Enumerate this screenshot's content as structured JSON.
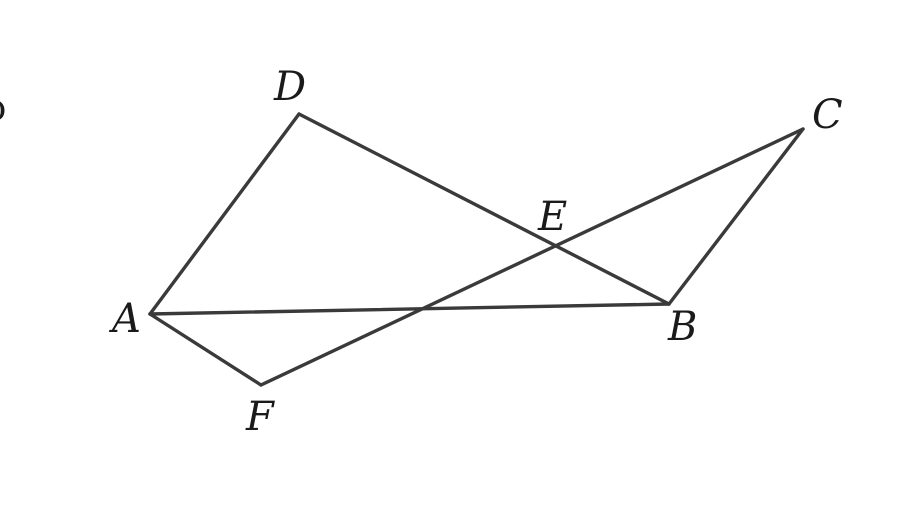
{
  "diagram": {
    "points": {
      "A": "A",
      "B": "B",
      "C": "C",
      "D": "D",
      "E": "E",
      "F": "F"
    },
    "segments": [
      [
        "A",
        "D"
      ],
      [
        "D",
        "B"
      ],
      [
        "A",
        "B"
      ],
      [
        "B",
        "C"
      ],
      [
        "A",
        "F"
      ],
      [
        "F",
        "C"
      ]
    ],
    "edge_glyph": "ↄ",
    "colors": {
      "line": "#3a3a3a",
      "label": "#1a1a1a",
      "background": "#ffffff"
    }
  }
}
